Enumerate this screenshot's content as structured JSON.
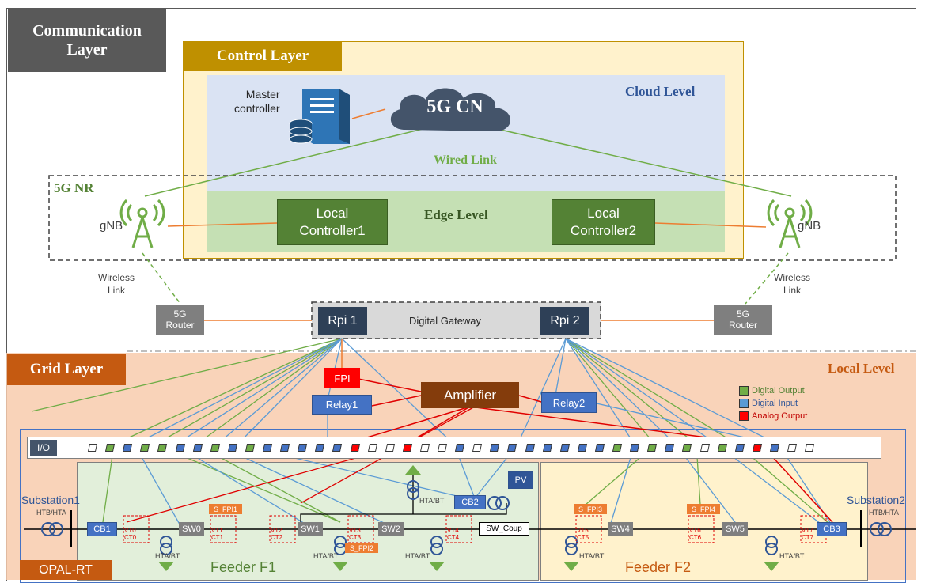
{
  "layers": {
    "communication": "Communication\nLayer",
    "control": "Control Layer",
    "grid": "Grid Layer"
  },
  "levels": {
    "cloud": "Cloud Level",
    "edge": "Edge Level",
    "local": "Local Level"
  },
  "cloud": {
    "master_controller": "Master\ncontroller",
    "core_network": "5G CN",
    "wired_link": "Wired Link"
  },
  "nr": {
    "label": "5G NR",
    "gnb_left": "gNB",
    "gnb_right": "gNB",
    "wireless_left": "Wireless\nLink",
    "wireless_right": "Wireless\nLink"
  },
  "edge": {
    "controller1": "Local\nController1",
    "controller2": "Local\nController2"
  },
  "gateway": {
    "label": "Digital Gateway",
    "rpi1": "Rpi 1",
    "rpi2": "Rpi 2",
    "router_left": "5G\nRouter",
    "router_right": "5G\nRouter"
  },
  "grid": {
    "fpi": "FPI",
    "amplifier": "Amplifier",
    "relay1": "Relay1",
    "relay2": "Relay2",
    "io": "I/O",
    "pv": "PV",
    "opal": "OPAL-RT",
    "feeder1": "Feeder F1",
    "feeder2": "Feeder F2",
    "substation1": "Substation1",
    "substation2": "Substation2",
    "htb_hta_left": "HTB/HTA",
    "htb_hta_right": "HTB/HTA",
    "hta_bt": "HTA/BT",
    "sw_coup": "SW_Coup",
    "breakers": [
      "CB1",
      "CB2",
      "CB3"
    ],
    "switches": [
      "SW0",
      "SW1",
      "SW2",
      "SW4",
      "SW5"
    ],
    "sensors": [
      "S_FPI1",
      "S_FPI2",
      "S_FPI3",
      "S_FPI4"
    ],
    "ct_vt": [
      {
        "ct": "CT0",
        "vt": "VT0"
      },
      {
        "ct": "CT1",
        "vt": "VT1"
      },
      {
        "ct": "CT2",
        "vt": "VT2"
      },
      {
        "ct": "CT3",
        "vt": "VT3"
      },
      {
        "ct": "CT4",
        "vt": "VT4"
      },
      {
        "ct": "CT5",
        "vt": "VT5"
      },
      {
        "ct": "CT6",
        "vt": "VT6"
      },
      {
        "ct": "CT7",
        "vt": "VT7"
      }
    ]
  },
  "legend": {
    "items": [
      {
        "label": "Digital Output",
        "color": "#70ad47",
        "text_color": "#548235"
      },
      {
        "label": "Digital Input",
        "color": "#5b9bd5",
        "text_color": "#2f5597"
      },
      {
        "label": "Analog Output",
        "color": "#ff0000",
        "text_color": "#c00000"
      }
    ]
  },
  "colors": {
    "wired": "#70ad47",
    "digital_in": "#5b9bd5",
    "analog": "#e00000",
    "orange_link": "#ed7d31"
  }
}
